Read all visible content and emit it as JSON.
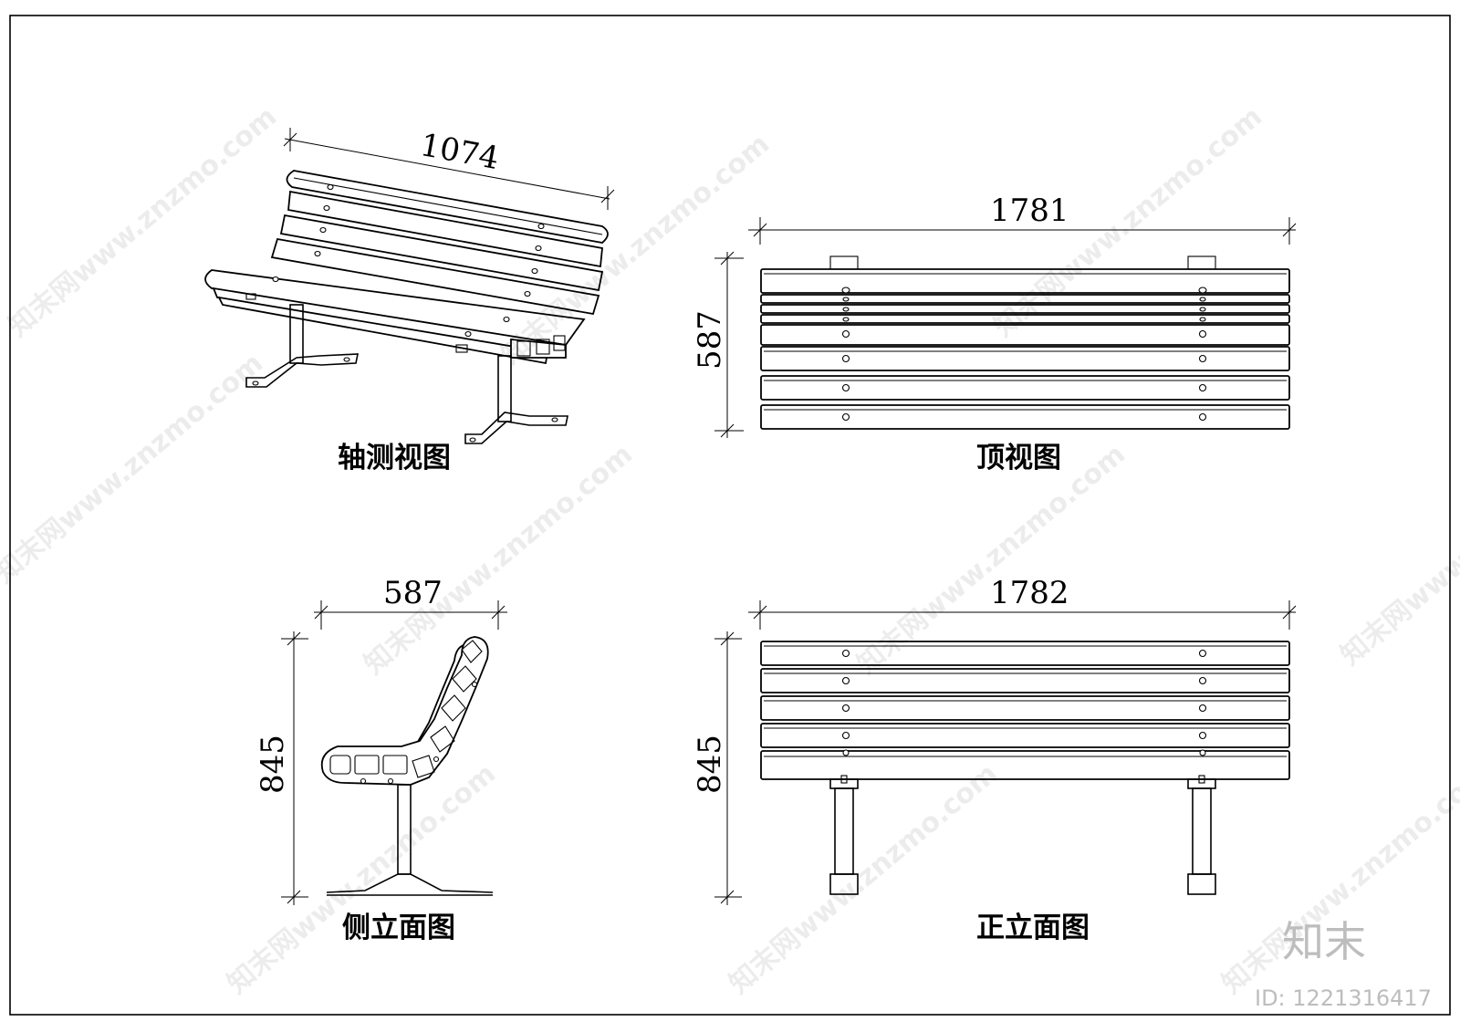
{
  "drawing": {
    "views": {
      "axonometric": {
        "caption": "轴测视图",
        "dimension": "1074"
      },
      "top": {
        "caption": "顶视图",
        "width_dimension": "1781",
        "depth_dimension": "587"
      },
      "side": {
        "caption": "侧立面图",
        "width_dimension": "587",
        "height_dimension": "845"
      },
      "front": {
        "caption": "正立面图",
        "width_dimension": "1782",
        "height_dimension": "845"
      }
    }
  },
  "watermark": {
    "text": "知末网www.znzmo.com",
    "brand": "知末",
    "id_label": "ID: 1221316417"
  }
}
